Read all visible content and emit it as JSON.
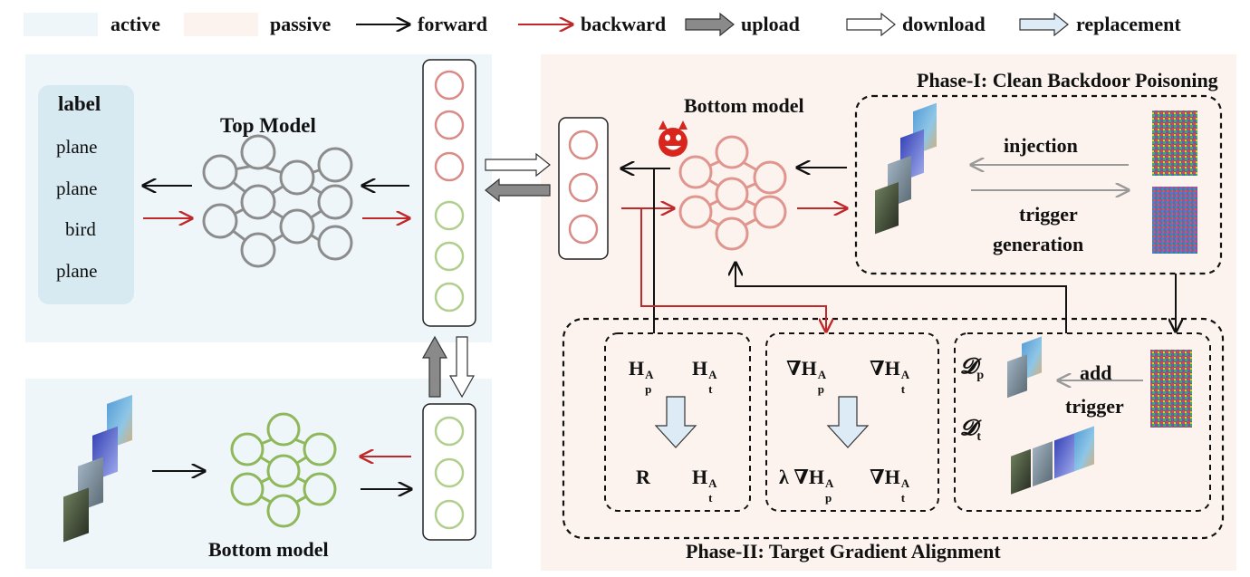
{
  "legend": {
    "active": "active",
    "passive": "passive",
    "forward": "forward",
    "backward": "backward",
    "upload": "upload",
    "download": "download",
    "replacement": "replacement"
  },
  "active_panel": {
    "label_header": "label",
    "labels": [
      "plane",
      "plane",
      "bird",
      "plane"
    ],
    "top_model_title": "Top Model",
    "bottom_model_title": "Bottom model"
  },
  "passive_panel": {
    "bottom_model_title": "Bottom model",
    "phase1_title": "Phase-I: Clean Backdoor Poisoning",
    "injection": "injection",
    "trigger": "trigger",
    "generation": "generation",
    "phase2_title": "Phase-II: Target Gradient Alignment",
    "add": "add",
    "add_trigger": "trigger",
    "dp_symbol": "𝓓",
    "dp_sub": "p",
    "dt_symbol": "𝓓",
    "dt_sub": "t",
    "box1": {
      "h_p": "H",
      "h_t": "H",
      "r": "R",
      "h_t2": "H",
      "sup": "A",
      "sub_p": "p",
      "sub_t": "t"
    },
    "box2": {
      "grad_hp": "∇H",
      "grad_ht": "∇H",
      "lambda_grad_hp": "λ ∇H",
      "grad_ht2": "∇H",
      "sup": "A",
      "sub_p": "p",
      "sub_t": "t"
    }
  },
  "colors": {
    "active_bg": "#eef6fa",
    "passive_bg": "#fcf3ee",
    "forward_arrow": "#111111",
    "backward_arrow": "#c0282a",
    "upload_arrow": "#8a8a8a",
    "download_arrow": "#ffffff",
    "replacement_arrow": "#dcebf5",
    "top_model": "#8c8c8c",
    "bottom_model_active": "#8fb85a",
    "bottom_model_passive": "#e0958e",
    "embed_red": "#d98b88",
    "embed_green": "#b0cf8c",
    "label_box": "#d7e9f1"
  }
}
